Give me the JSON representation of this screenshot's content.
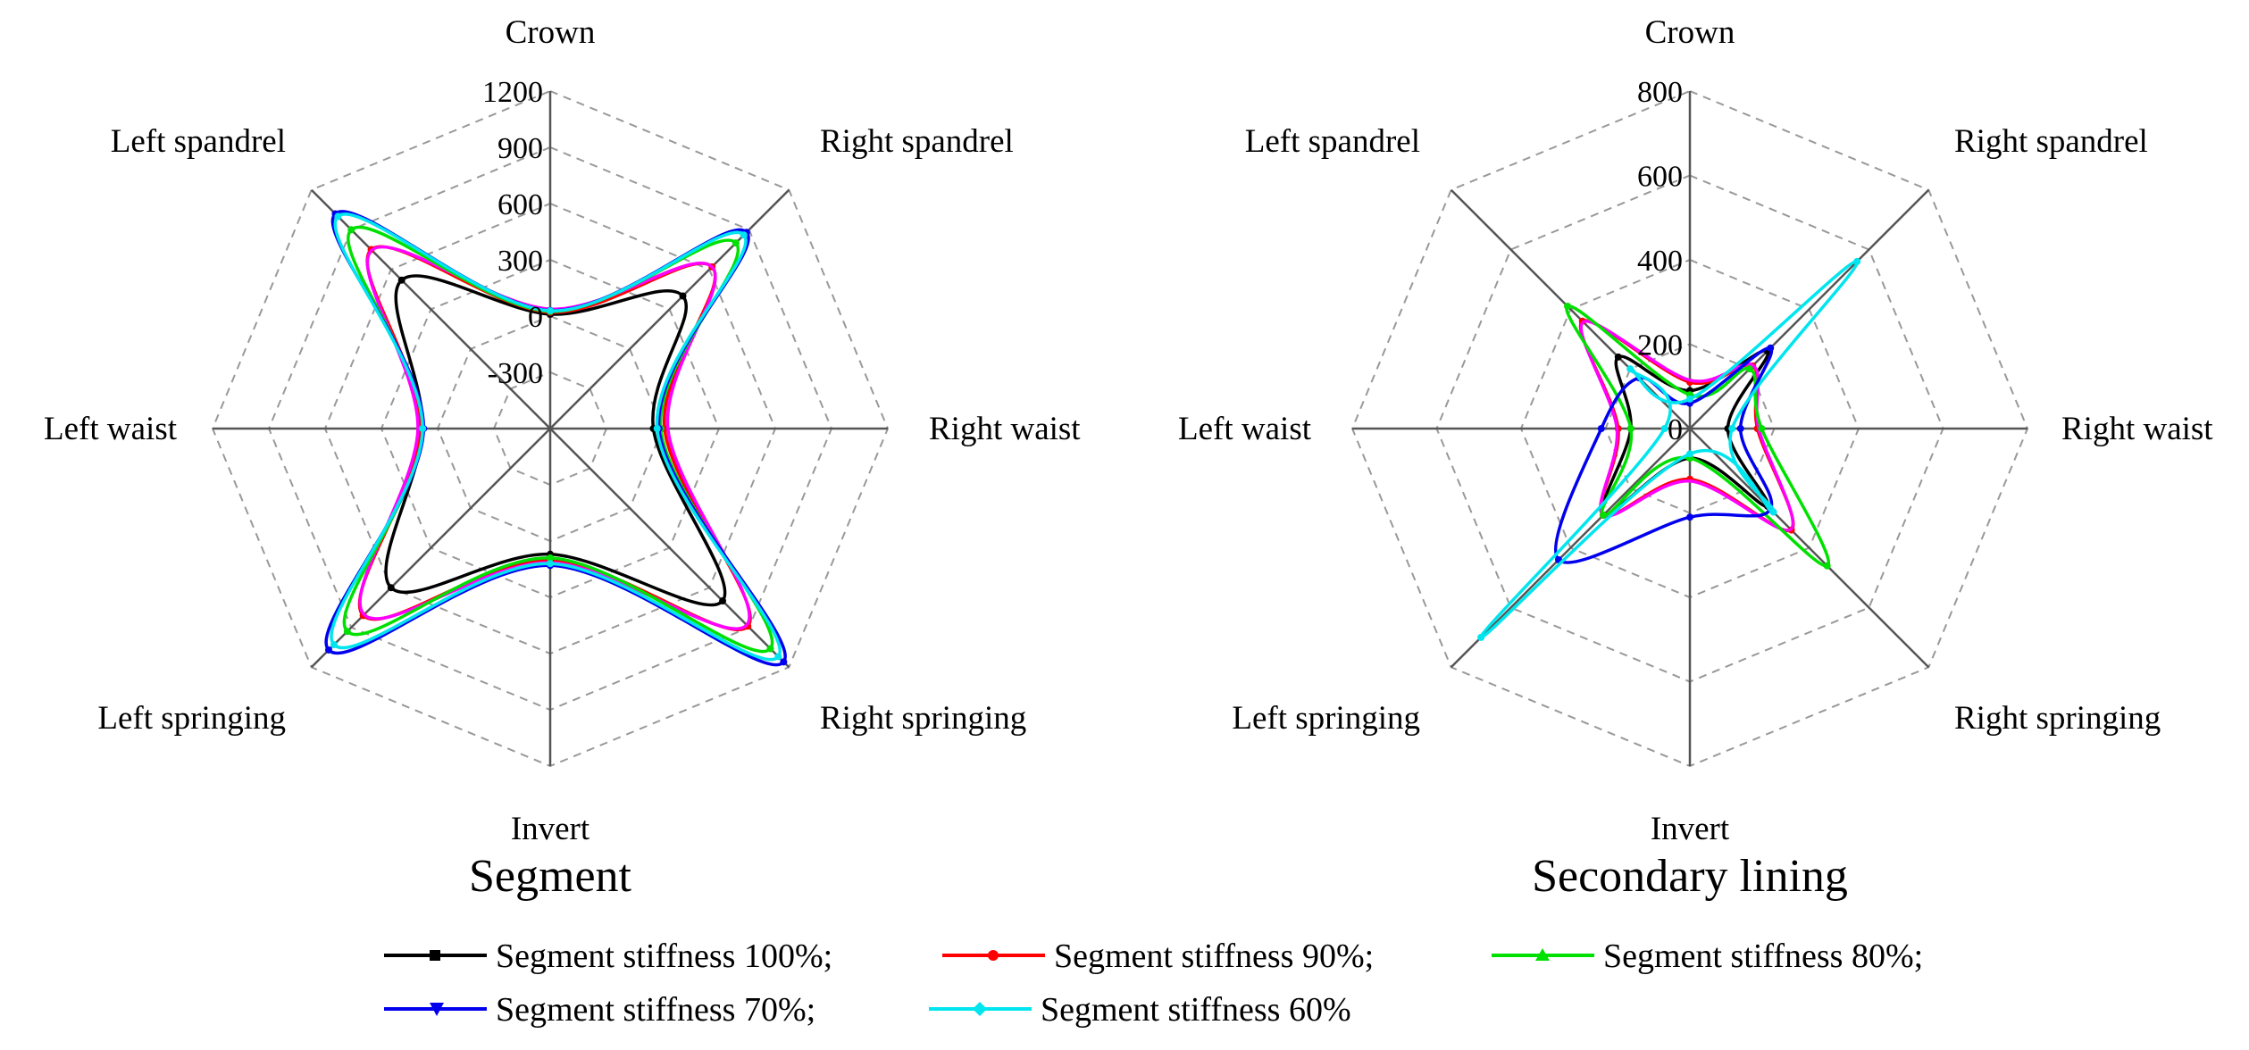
{
  "chart_data": [
    {
      "type": "radar",
      "title": "Segment",
      "axes": [
        "Crown",
        "Right spandrel",
        "Right waist",
        "Right springing",
        "Invert",
        "Left springing",
        "Left waist",
        "Left spandrel"
      ],
      "tick_labels": [
        "1200",
        "900",
        "600",
        "300",
        "0",
        "-300"
      ],
      "rlim": [
        -600,
        1200
      ],
      "grid": "dashed octagons",
      "series": [
        {
          "name": "Segment stiffness 100%",
          "values": [
            10,
            400,
            -50,
            700,
            70,
            600,
            80,
            520
          ]
        },
        {
          "name": "Segment stiffness 90%",
          "values": [
            20,
            620,
            10,
            890,
            100,
            810,
            90,
            750
          ]
        },
        {
          "name": "Segment stiffness 80%",
          "values": [
            25,
            800,
            -10,
            1060,
            90,
            930,
            80,
            900
          ]
        },
        {
          "name": "Segment stiffness 70%",
          "values": [
            30,
            880,
            -20,
            1160,
            130,
            1070,
            75,
            1020
          ]
        },
        {
          "name": "Segment stiffness 60%",
          "values": [
            28,
            860,
            -30,
            1120,
            120,
            1030,
            80,
            1000
          ]
        }
      ]
    },
    {
      "type": "radar",
      "title": "Secondary lining",
      "axes": [
        "Crown",
        "Right spandrel",
        "Right waist",
        "Right springing",
        "Invert",
        "Left springing",
        "Left waist",
        "Left spandrel"
      ],
      "tick_labels": [
        "800",
        "600",
        "400",
        "200",
        "0"
      ],
      "rlim": [
        0,
        800
      ],
      "grid": "dashed octagons",
      "series": [
        {
          "name": "Segment stiffness 100%",
          "values": [
            90,
            260,
            90,
            260,
            70,
            290,
            140,
            240
          ]
        },
        {
          "name": "Segment stiffness 90%",
          "values": [
            110,
            210,
            160,
            340,
            120,
            290,
            170,
            360
          ]
        },
        {
          "name": "Segment stiffness 80%",
          "values": [
            80,
            200,
            170,
            460,
            70,
            290,
            140,
            410
          ]
        },
        {
          "name": "Segment stiffness 70%",
          "values": [
            60,
            270,
            120,
            270,
            210,
            440,
            210,
            170
          ]
        },
        {
          "name": "Segment stiffness 60%",
          "values": [
            70,
            560,
            100,
            280,
            60,
            700,
            60,
            200
          ]
        }
      ]
    }
  ],
  "legend": {
    "entries": [
      {
        "label": "Segment stiffness 100%;",
        "color": "#000000",
        "marker": "square"
      },
      {
        "label": "Segment stiffness 90%;",
        "color": "#ff0000",
        "marker": "circle"
      },
      {
        "label": "Segment stiffness 80%;",
        "color": "#00e000",
        "marker": "triangle-up"
      },
      {
        "label": "Segment stiffness 70%;",
        "color": "#0000ee",
        "marker": "triangle-down"
      },
      {
        "label": "Segment stiffness 60%",
        "color": "#00e5ee",
        "marker": "diamond"
      }
    ],
    "placement": "bottom"
  },
  "colors": {
    "series": [
      "#000000",
      "#ff0000",
      "#00e000",
      "#0000ee",
      "#00e5ee"
    ],
    "overlay": "#ff00ff",
    "grid": "#999999",
    "axis": "#555555"
  }
}
